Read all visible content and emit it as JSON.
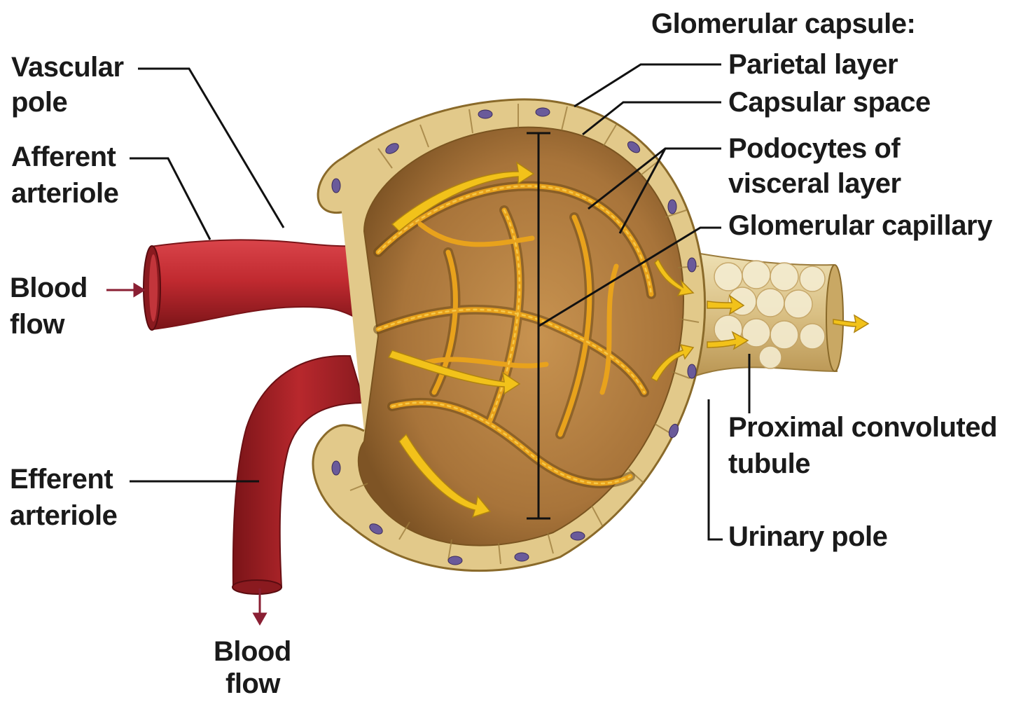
{
  "labels": {
    "glomerular_capsule": "Glomerular capsule:",
    "parietal_layer": "Parietal layer",
    "capsular_space": "Capsular space",
    "podocytes_line1": "Podocytes of",
    "podocytes_line2": "visceral layer",
    "glomerular_capillary": "Glomerular capillary",
    "vascular_line1": "Vascular",
    "vascular_line2": "pole",
    "afferent_line1": "Afferent",
    "afferent_line2": "arteriole",
    "blood_flow_in_line1": "Blood",
    "blood_flow_in_line2": "flow",
    "efferent_line1": "Efferent",
    "efferent_line2": "arteriole",
    "blood_flow_out_line1": "Blood",
    "blood_flow_out_line2": "flow",
    "proximal_line1": "Proximal convoluted",
    "proximal_line2": "tubule",
    "urinary_pole": "Urinary pole"
  },
  "colors": {
    "arteriole": "#b8282d",
    "arteriole_dark": "#7a1418",
    "capsule_wall": "#e6cf8e",
    "capsule_interior": "#b8874a",
    "capillary": "#e8a21c",
    "flow_arrow": "#f2c21a",
    "nucleus": "#6a5a9a",
    "leader_line": "#111111",
    "blood_arrow": "#8a1f33"
  }
}
